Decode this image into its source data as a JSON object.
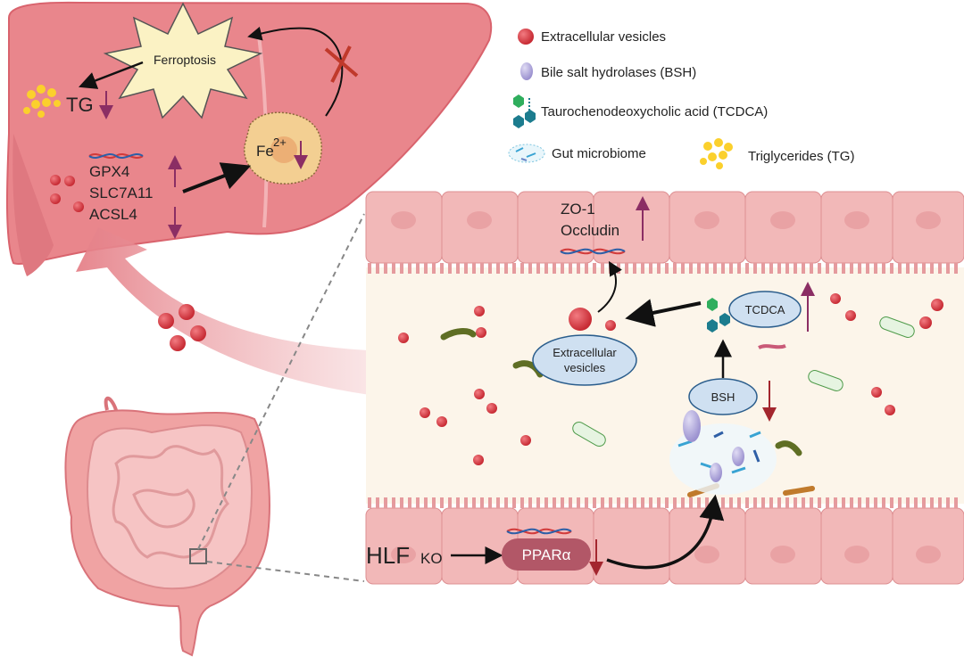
{
  "legend": {
    "ev": "Extracellular vesicles",
    "bsh": "Bile salt hydrolases (BSH)",
    "tcdca": "Taurochenodeoxycholic acid (TCDCA)",
    "microbiome": "Gut microbiome",
    "tg": "Triglycerides  (TG)"
  },
  "liver": {
    "ferroptosis": "Ferroptosis",
    "tg": "TG",
    "fe": "Fe",
    "fe_sup": "2+",
    "genes": [
      "GPX4",
      "SLC7A11",
      "ACSL4"
    ]
  },
  "gut": {
    "zo1": "ZO-1",
    "occludin": "Occludin",
    "tcdca": "TCDCA",
    "ev_line1": "Extracellular",
    "ev_line2": "vesicles",
    "bsh": "BSH",
    "hlf": "HLF",
    "ko": "KO",
    "ppar": "PPARα"
  },
  "colors": {
    "liver": "#e9868c",
    "liver_dark": "#d9636d",
    "lumen": "#fcf5ea",
    "epithelium": "#f2b8b8",
    "ev": "#d8363f",
    "up_down_arrow": "#8b2e64",
    "ppar": "#b25767",
    "oval": "#cfe0f1",
    "oval_stroke": "#2a5d8c"
  }
}
